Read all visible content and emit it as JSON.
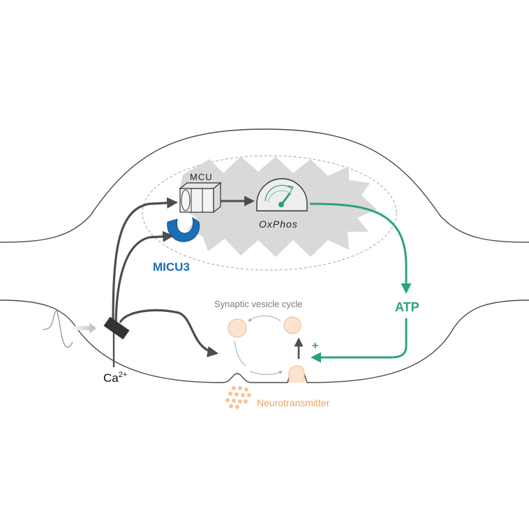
{
  "labels": {
    "mcu": "MCU",
    "micu3": "MICU3",
    "oxphos": "OxPhos",
    "atp": "ATP",
    "plus": "+",
    "synaptic_cycle": "Synaptic vesicle cycle",
    "ca": "Ca",
    "ca_sup": "2+",
    "neurotransmitter": "Neurotransmitter"
  },
  "colors": {
    "outline": "#4a4a4a",
    "mito_fill": "#d9d9d9",
    "arrow_dark": "#4d4d4d",
    "green": "#2aa37a",
    "blue": "#1a6fb5",
    "orange": "#f0a35e",
    "vesicle_fill": "#fbe3cf",
    "vesicle_stroke": "#e9b894"
  }
}
